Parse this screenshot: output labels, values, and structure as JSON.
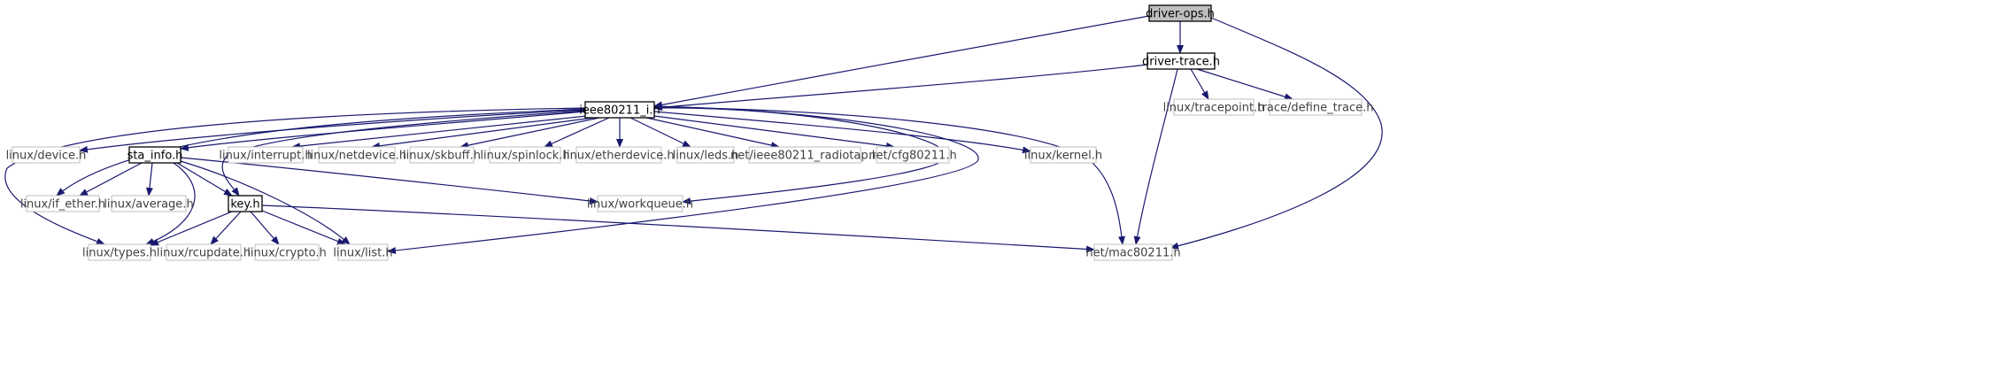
{
  "colors": {
    "edge": "#191970",
    "root_fill": "#bfbfbf",
    "border_strong": "#000000",
    "border_light": "#bfbfbf",
    "text_strong": "#000000",
    "text_light": "#404040"
  },
  "nodes": [
    {
      "id": "driver-ops",
      "label": "driver-ops.h",
      "style": "root"
    },
    {
      "id": "driver-trace",
      "label": "driver-trace.h",
      "style": "strong"
    },
    {
      "id": "ieee80211_i",
      "label": "ieee80211_i.h",
      "style": "strong"
    },
    {
      "id": "tracepoint",
      "label": "linux/tracepoint.h",
      "style": "light"
    },
    {
      "id": "define_trace",
      "label": "trace/define_trace.h",
      "style": "light"
    },
    {
      "id": "device",
      "label": "linux/device.h",
      "style": "light"
    },
    {
      "id": "sta_info",
      "label": "sta_info.h",
      "style": "strong"
    },
    {
      "id": "interrupt",
      "label": "linux/interrupt.h",
      "style": "light"
    },
    {
      "id": "netdevice",
      "label": "linux/netdevice.h",
      "style": "light"
    },
    {
      "id": "skbuff",
      "label": "linux/skbuff.h",
      "style": "light"
    },
    {
      "id": "spinlock",
      "label": "linux/spinlock.h",
      "style": "light"
    },
    {
      "id": "etherdevice",
      "label": "linux/etherdevice.h",
      "style": "light"
    },
    {
      "id": "leds",
      "label": "linux/leds.h",
      "style": "light"
    },
    {
      "id": "radiotap",
      "label": "net/ieee80211_radiotap.h",
      "style": "light"
    },
    {
      "id": "cfg80211",
      "label": "net/cfg80211.h",
      "style": "light"
    },
    {
      "id": "kernel",
      "label": "linux/kernel.h",
      "style": "light"
    },
    {
      "id": "if_ether",
      "label": "linux/if_ether.h",
      "style": "light"
    },
    {
      "id": "average",
      "label": "linux/average.h",
      "style": "light"
    },
    {
      "id": "key",
      "label": "key.h",
      "style": "strong"
    },
    {
      "id": "workqueue",
      "label": "linux/workqueue.h",
      "style": "light"
    },
    {
      "id": "types",
      "label": "linux/types.h",
      "style": "light"
    },
    {
      "id": "rcupdate",
      "label": "linux/rcupdate.h",
      "style": "light"
    },
    {
      "id": "crypto",
      "label": "linux/crypto.h",
      "style": "light"
    },
    {
      "id": "list",
      "label": "linux/list.h",
      "style": "light"
    },
    {
      "id": "mac80211",
      "label": "net/mac80211.h",
      "style": "light"
    }
  ],
  "edges": [
    {
      "from": "driver-ops",
      "to": "driver-trace"
    },
    {
      "from": "driver-ops",
      "to": "ieee80211_i"
    },
    {
      "from": "driver-ops",
      "to": "mac80211"
    },
    {
      "from": "driver-trace",
      "to": "ieee80211_i"
    },
    {
      "from": "driver-trace",
      "to": "tracepoint"
    },
    {
      "from": "driver-trace",
      "to": "define_trace"
    },
    {
      "from": "driver-trace",
      "to": "mac80211"
    },
    {
      "from": "ieee80211_i",
      "to": "device"
    },
    {
      "from": "ieee80211_i",
      "to": "sta_info"
    },
    {
      "from": "ieee80211_i",
      "to": "interrupt"
    },
    {
      "from": "ieee80211_i",
      "to": "netdevice"
    },
    {
      "from": "ieee80211_i",
      "to": "skbuff"
    },
    {
      "from": "ieee80211_i",
      "to": "spinlock"
    },
    {
      "from": "ieee80211_i",
      "to": "etherdevice"
    },
    {
      "from": "ieee80211_i",
      "to": "leds"
    },
    {
      "from": "ieee80211_i",
      "to": "radiotap"
    },
    {
      "from": "ieee80211_i",
      "to": "cfg80211"
    },
    {
      "from": "ieee80211_i",
      "to": "kernel"
    },
    {
      "from": "ieee80211_i",
      "to": "if_ether"
    },
    {
      "from": "ieee80211_i",
      "to": "types"
    },
    {
      "from": "ieee80211_i",
      "to": "key"
    },
    {
      "from": "ieee80211_i",
      "to": "workqueue"
    },
    {
      "from": "ieee80211_i",
      "to": "list"
    },
    {
      "from": "ieee80211_i",
      "to": "mac80211"
    },
    {
      "from": "sta_info",
      "to": "if_ether"
    },
    {
      "from": "sta_info",
      "to": "average"
    },
    {
      "from": "sta_info",
      "to": "key"
    },
    {
      "from": "sta_info",
      "to": "workqueue"
    },
    {
      "from": "sta_info",
      "to": "types"
    },
    {
      "from": "sta_info",
      "to": "list"
    },
    {
      "from": "key",
      "to": "types"
    },
    {
      "from": "key",
      "to": "rcupdate"
    },
    {
      "from": "key",
      "to": "crypto"
    },
    {
      "from": "key",
      "to": "list"
    },
    {
      "from": "key",
      "to": "mac80211"
    }
  ]
}
